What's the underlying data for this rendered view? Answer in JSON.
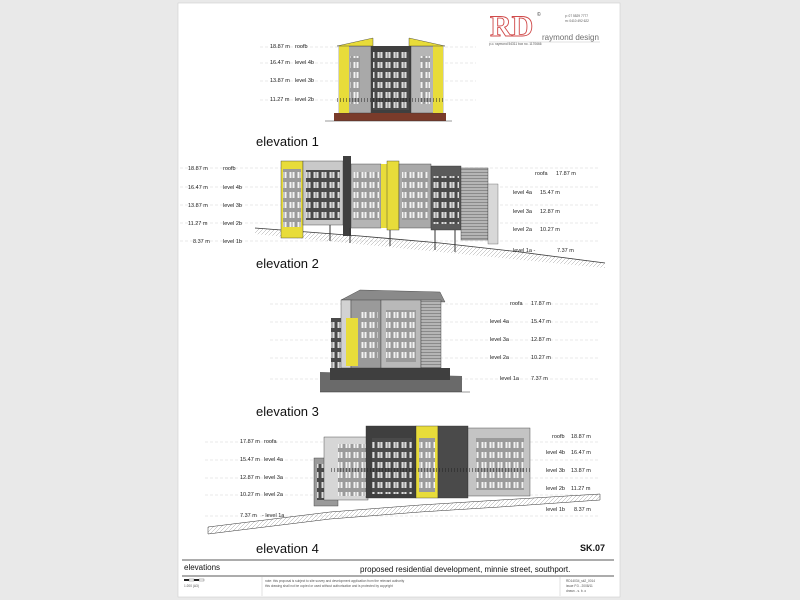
{
  "logo": {
    "mark": "RD",
    "trademark": "©",
    "name": "raymond design",
    "contact_line1": "p: 07 5529 7777",
    "contact_line2": "m: 0410 492 622",
    "address_line": "p.o. raymond 54311 box no. 1170666"
  },
  "elevations": [
    {
      "title": "elevation 1",
      "levels_left": [
        {
          "height": "18.87 m",
          "name": "roofb"
        },
        {
          "height": "16.47 m",
          "name": "level 4b"
        },
        {
          "height": "13.87 m",
          "name": "level 3b"
        },
        {
          "height": "11.27 m",
          "name": "level 2b"
        }
      ],
      "levels_right": []
    },
    {
      "title": "elevation 2",
      "levels_left": [
        {
          "height": "18.87 m",
          "name": "roofb"
        },
        {
          "height": "16.47 m",
          "name": "level 4b"
        },
        {
          "height": "13.87 m",
          "name": "level 3b"
        },
        {
          "height": "11.27 m",
          "name": "level 2b"
        },
        {
          "height": "8.37 m",
          "name": "level 1b"
        }
      ],
      "levels_right": [
        {
          "name": "roofa",
          "height": "17.87 m"
        },
        {
          "name": "level 4a",
          "height": "15.47 m"
        },
        {
          "name": "level 3a",
          "height": "12.87 m"
        },
        {
          "name": "level 2a",
          "height": "10.27 m"
        },
        {
          "name": "level 1a -",
          "height": "7.37 m"
        }
      ]
    },
    {
      "title": "elevation 3",
      "levels_left": [],
      "levels_right": [
        {
          "name": "roofa",
          "height": "17.87 m"
        },
        {
          "name": "level 4a",
          "height": "15.47 m"
        },
        {
          "name": "level 3a",
          "height": "12.87 m"
        },
        {
          "name": "level 2a",
          "height": "10.27 m"
        },
        {
          "name": "level 1a",
          "height": "7.37 m"
        }
      ]
    },
    {
      "title": "elevation 4",
      "levels_left": [
        {
          "height": "17.87 m",
          "name": "roofa"
        },
        {
          "height": "15.47 m",
          "name": "level 4a"
        },
        {
          "height": "12.87 m",
          "name": "level 3a"
        },
        {
          "height": "10.27 m",
          "name": "level 2a"
        },
        {
          "height": "7.37 m",
          "name": "- level 1a"
        }
      ],
      "levels_right": [
        {
          "name": "roofb",
          "height": "18.87 m"
        },
        {
          "name": "level 4b",
          "height": "16.47 m"
        },
        {
          "name": "level 3b",
          "height": "13.87 m"
        },
        {
          "name": "level 2b",
          "height": "11.27 m"
        },
        {
          "name": "level 1b",
          "height": "8.37 m"
        }
      ]
    }
  ],
  "footer": {
    "sheet_id": "SK.07",
    "sheet_title": "elevations",
    "project": "proposed residential development, minnie street, southport.",
    "scale_note": "1:200 (A3)",
    "copyright_line1": "note: this proposal is subject to site survey and development application from the relevant authority",
    "copyright_line2": "this drawing shall not be copied or used without authorisation and is protected by copyright",
    "ref_line": "RD14034_sk2_0014",
    "issue_line": "issue P.3 - 2008/11",
    "drawn_line": "drawn - s. b. o"
  },
  "colors": {
    "yellow": "#e8dc3a",
    "dark": "#3f3f3f",
    "mid": "#7d7d7d",
    "light": "#c9c9c9",
    "brick": "#7a3b2a"
  }
}
